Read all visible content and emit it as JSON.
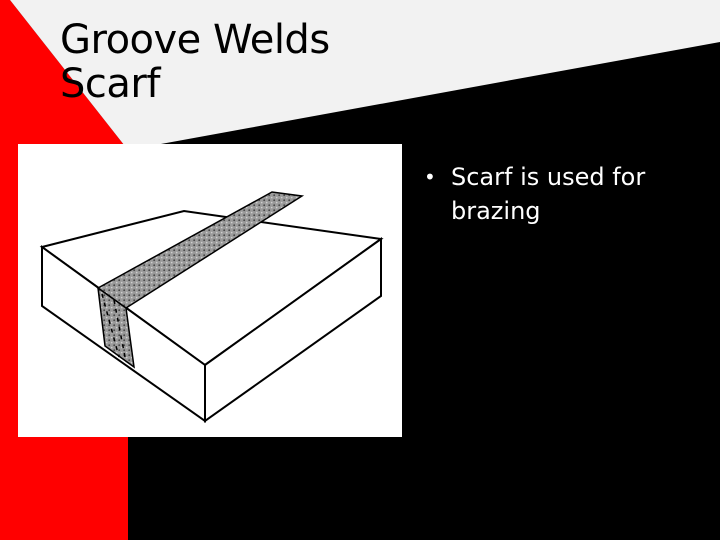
{
  "slide": {
    "title_lines": [
      "Groove Welds",
      "Scarf"
    ],
    "bullets": [
      {
        "text": "Scarf is used for brazing"
      }
    ],
    "colors": {
      "background": "#000000",
      "accent": "#ff0000",
      "title_band": "#f2f2f2",
      "text": "#ffffff"
    },
    "icons": {
      "bullet": "bullet-dot-icon"
    }
  }
}
